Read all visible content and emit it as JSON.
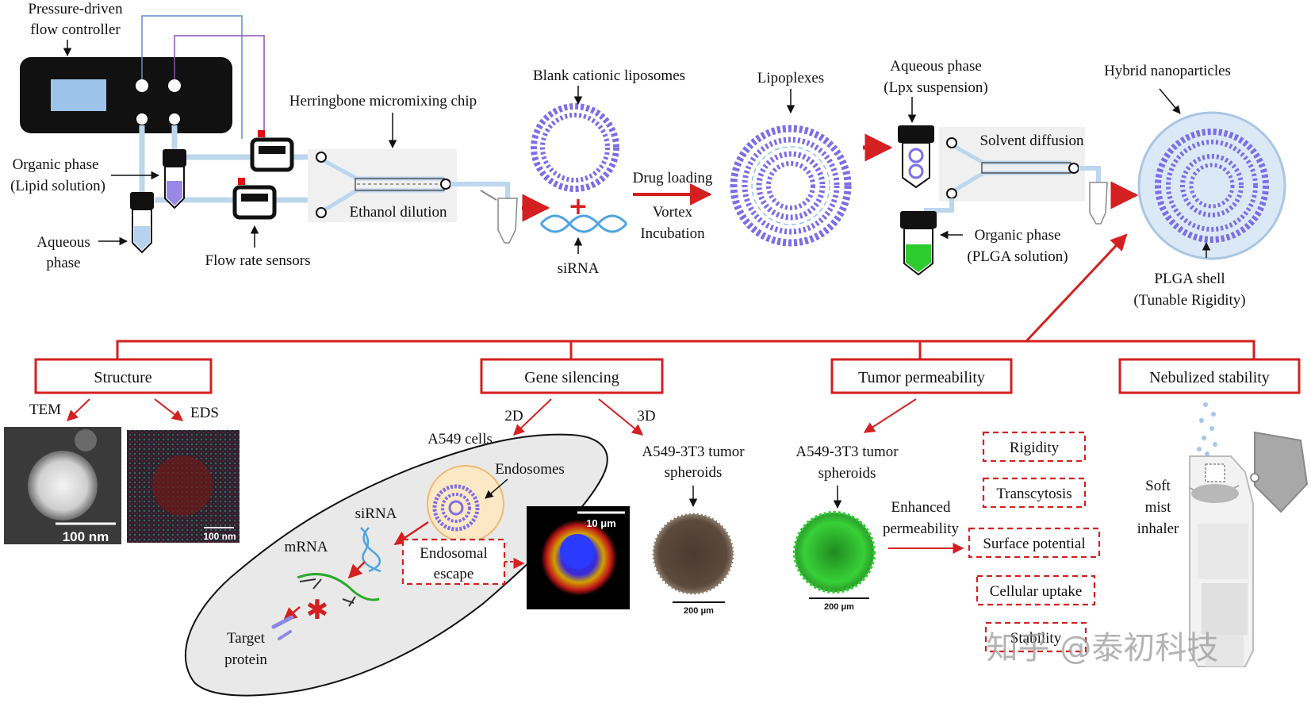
{
  "colors": {
    "accent_red": "#d42020",
    "lipid_purple": "#7b6ee6",
    "controller_black": "#111111",
    "screen_blue": "#9ec3ea",
    "tube_blue": "#c8ddf2",
    "plga_green": "#2ecc2e"
  },
  "top": {
    "controller_label_1": "Pressure-driven",
    "controller_label_2": "flow controller",
    "organic_phase_1": "Organic phase",
    "organic_phase_2": "(Lipid solution)",
    "aqueous_phase_1": "Aqueous",
    "aqueous_phase_2": "phase",
    "flow_sensors": "Flow rate sensors",
    "chip_label": "Herringbone micromixing chip",
    "ethanol_dilution": "Ethanol dilution",
    "blank_liposomes": "Blank cationic liposomes",
    "sirna": "siRNA",
    "drug_loading": "Drug loading",
    "vortex": "Vortex",
    "incubation": "Incubation",
    "lipoplexes": "Lipoplexes",
    "aqueous_lpx_1": "Aqueous phase",
    "aqueous_lpx_2": "(Lpx suspension)",
    "solvent_diffusion": "Solvent diffusion",
    "organic_plga_1": "Organic phase",
    "organic_plga_2": "(PLGA solution)",
    "hybrid_np": "Hybrid nanoparticles",
    "plga_shell_1": "PLGA shell",
    "plga_shell_2": "(Tunable Rigidity)"
  },
  "bottom": {
    "structure": "Structure",
    "tem": "TEM",
    "eds": "EDS",
    "tem_scale": "100 nm",
    "eds_scale": "100 nm",
    "gene_silencing": "Gene silencing",
    "two_d": "2D",
    "three_d": "3D",
    "a549_cells": "A549 cells",
    "endosomes": "Endosomes",
    "sirna": "siRNA",
    "mrna": "mRNA",
    "endosomal_1": "Endosomal",
    "endosomal_2": "escape",
    "target_1": "Target",
    "target_2": "protein",
    "conf_scale": "10 μm",
    "spheroid_3d_1": "A549-3T3 tumor",
    "spheroid_3d_2": "spheroids",
    "spheroid_scale_1": "200 μm",
    "tumor_permeability": "Tumor permeability",
    "spheroid_tp_1": "A549-3T3 tumor",
    "spheroid_tp_2": "spheroids",
    "spheroid_scale_2": "200 μm",
    "enhanced_1": "Enhanced",
    "enhanced_2": "permeability",
    "factors": [
      "Rigidity",
      "Transcytosis",
      "Surface potential",
      "Cellular uptake",
      "Stability"
    ],
    "nebulized_stability": "Nebulized stability",
    "inhaler_1": "Soft",
    "inhaler_2": "mist",
    "inhaler_3": "inhaler"
  },
  "watermark": "知乎 @泰初科技"
}
